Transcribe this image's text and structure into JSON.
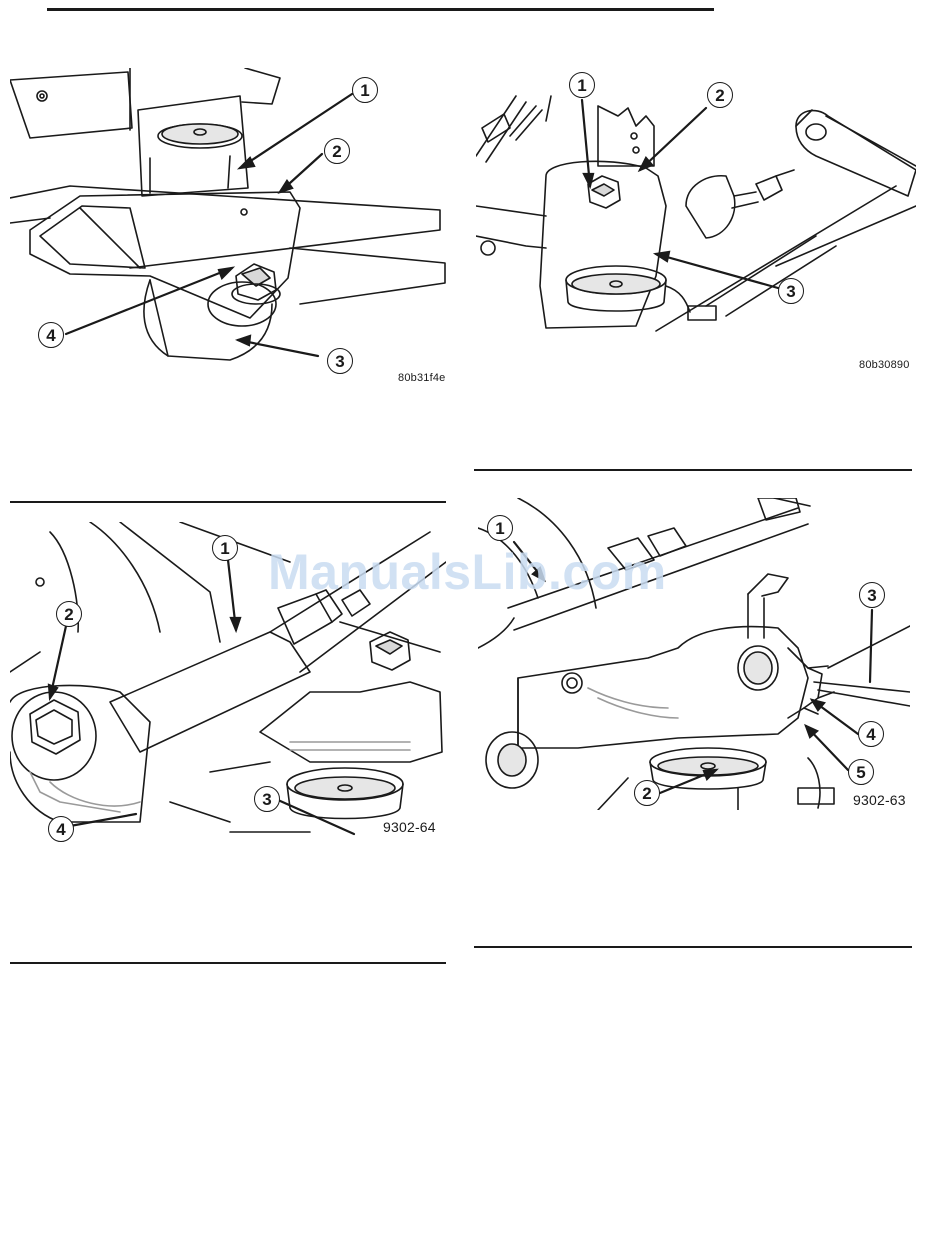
{
  "watermark": "ManualsLib.com",
  "figures": [
    {
      "code": "80b31f4e",
      "callouts": [
        "1",
        "2",
        "3",
        "4"
      ]
    },
    {
      "code": "80b30890",
      "callouts": [
        "1",
        "2",
        "3"
      ]
    },
    {
      "code": "9302-64",
      "callouts": [
        "1",
        "2",
        "3",
        "4"
      ]
    },
    {
      "code": "9302-63",
      "callouts": [
        "1",
        "2",
        "3",
        "4",
        "5"
      ]
    }
  ],
  "colors": {
    "line": "#1a1a1a",
    "watermark": "#c9dcf2",
    "shade": "#cfcfcf"
  }
}
